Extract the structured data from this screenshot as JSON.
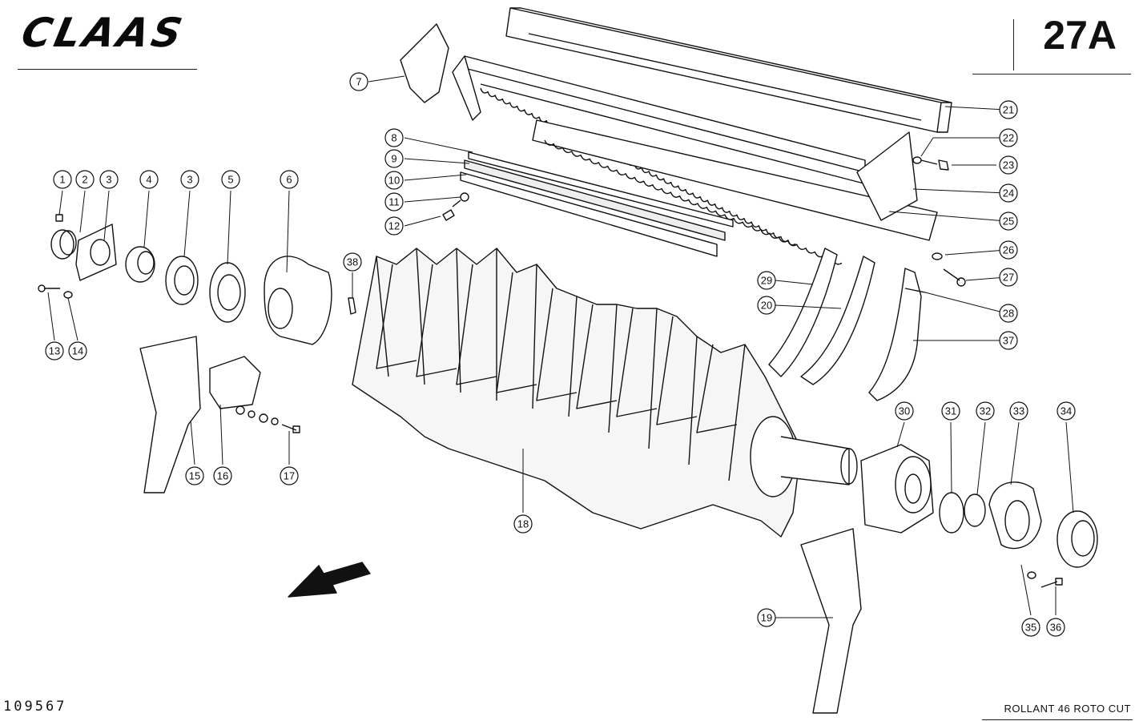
{
  "header": {
    "brand": "CLAAS",
    "page_code": "27A"
  },
  "footer": {
    "document_number": "109567",
    "model": "ROLLANT 46 ROTO CUT"
  },
  "callouts": [
    "1",
    "2",
    "3",
    "4",
    "3",
    "5",
    "6",
    "7",
    "8",
    "9",
    "10",
    "11",
    "12",
    "13",
    "14",
    "15",
    "16",
    "17",
    "18",
    "19",
    "20",
    "21",
    "22",
    "23",
    "24",
    "25",
    "26",
    "27",
    "28",
    "29",
    "37",
    "30",
    "31",
    "32",
    "33",
    "34",
    "35",
    "36",
    "38"
  ],
  "icons": {
    "direction": "arrow-down-left-icon"
  },
  "colors": {
    "ink": "#111111",
    "paper": "#ffffff"
  }
}
